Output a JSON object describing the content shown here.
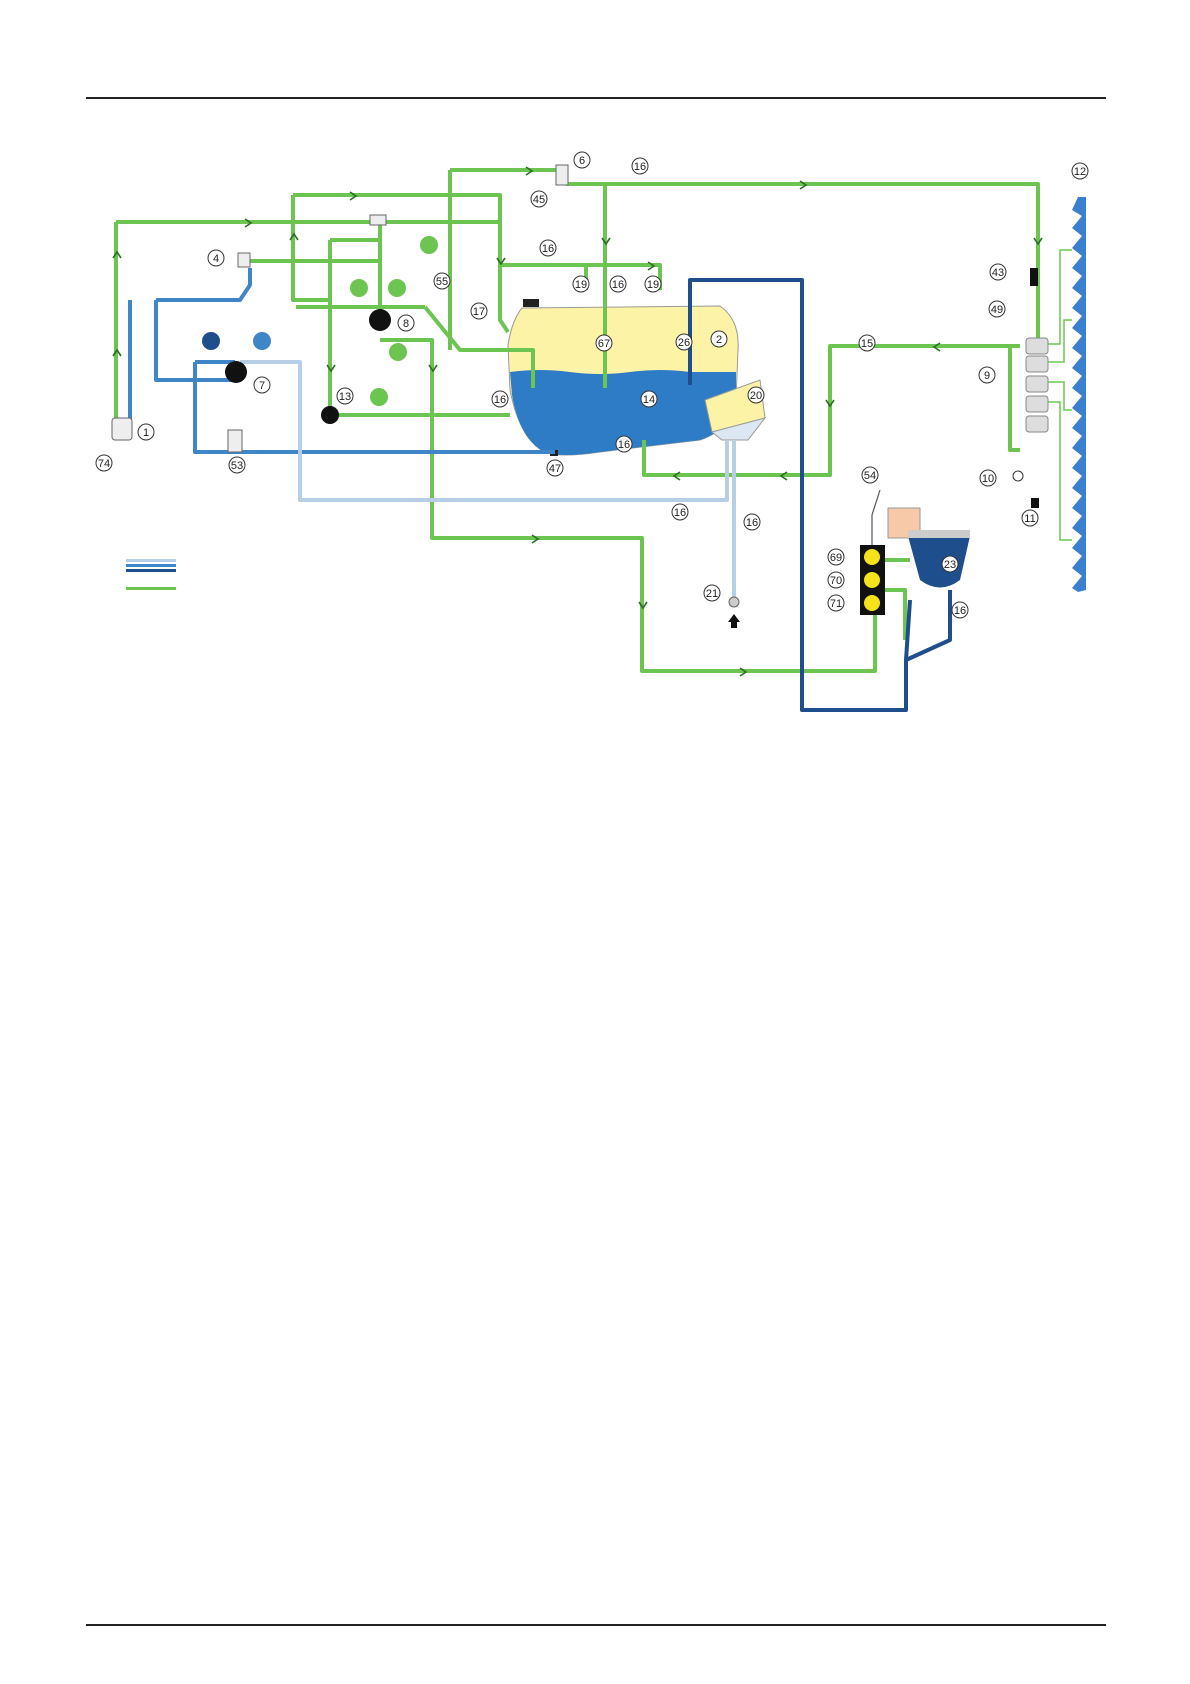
{
  "colors": {
    "pressure_line": "#6cc551",
    "suction_line": "#3f86c8",
    "clean_water_line": "#b7cfe6",
    "return_line": "#1f4e8c",
    "tank_fill": "#fdf3a6",
    "tank_liquid": "#2f7cc6",
    "nozzle_boom": "#3a7fd0",
    "valve_yellow": "#f6e21a",
    "mixer_fill": "#f7c9a8"
  },
  "diagram": {
    "labels": [
      {
        "id": "l1",
        "text": "1"
      },
      {
        "id": "l2",
        "text": "2"
      },
      {
        "id": "l4",
        "text": "4"
      },
      {
        "id": "l6",
        "text": "6"
      },
      {
        "id": "l7",
        "text": "7"
      },
      {
        "id": "l8",
        "text": "8"
      },
      {
        "id": "l9",
        "text": "9"
      },
      {
        "id": "l10",
        "text": "10"
      },
      {
        "id": "l11",
        "text": "11"
      },
      {
        "id": "l12",
        "text": "12"
      },
      {
        "id": "l13",
        "text": "13"
      },
      {
        "id": "l14",
        "text": "14"
      },
      {
        "id": "l15",
        "text": "15"
      },
      {
        "id": "l16a",
        "text": "16"
      },
      {
        "id": "l16b",
        "text": "16"
      },
      {
        "id": "l16c",
        "text": "16"
      },
      {
        "id": "l16d",
        "text": "16"
      },
      {
        "id": "l16e",
        "text": "16"
      },
      {
        "id": "l16f",
        "text": "16"
      },
      {
        "id": "l16g",
        "text": "16"
      },
      {
        "id": "l16h",
        "text": "16"
      },
      {
        "id": "l17",
        "text": "17"
      },
      {
        "id": "l19a",
        "text": "19"
      },
      {
        "id": "l19b",
        "text": "19"
      },
      {
        "id": "l20",
        "text": "20"
      },
      {
        "id": "l21",
        "text": "21"
      },
      {
        "id": "l23",
        "text": "23"
      },
      {
        "id": "l26",
        "text": "26"
      },
      {
        "id": "l43",
        "text": "43"
      },
      {
        "id": "l45",
        "text": "45"
      },
      {
        "id": "l47",
        "text": "47"
      },
      {
        "id": "l49",
        "text": "49"
      },
      {
        "id": "l53",
        "text": "53"
      },
      {
        "id": "l54",
        "text": "54"
      },
      {
        "id": "l55",
        "text": "55"
      },
      {
        "id": "l67",
        "text": "67"
      },
      {
        "id": "l69",
        "text": "69"
      },
      {
        "id": "l70",
        "text": "70"
      },
      {
        "id": "l71",
        "text": "71"
      },
      {
        "id": "l74",
        "text": "74"
      }
    ]
  }
}
